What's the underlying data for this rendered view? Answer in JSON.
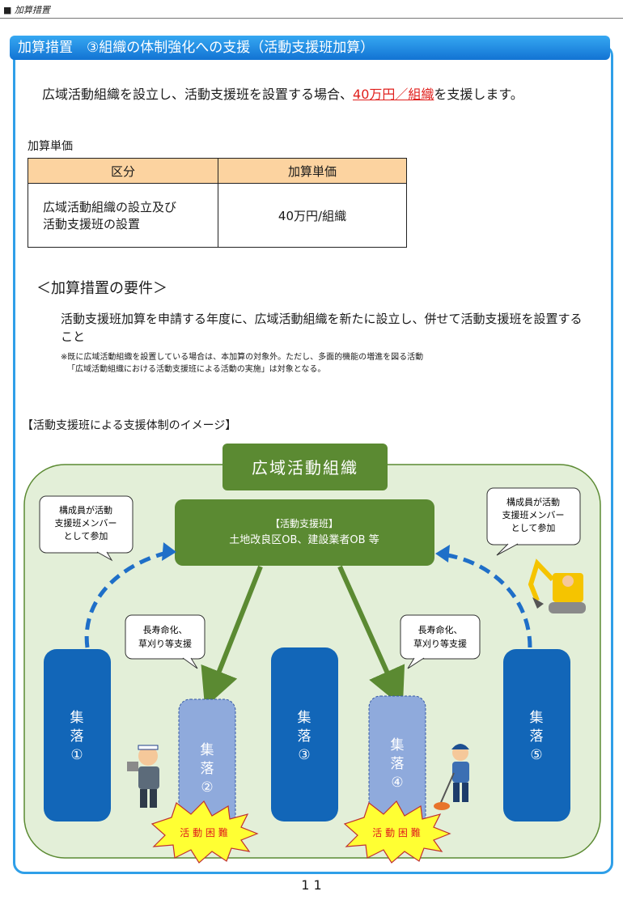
{
  "header": {
    "section_label": "■ 加算措置"
  },
  "title": {
    "text": "加算措置　③組織の体制強化への支援（活動支援班加算）"
  },
  "lead": {
    "before": "広域活動組織を設立し、活動支援班を設置する場合、",
    "highlight": "40万円／組織",
    "after": "を支援します。"
  },
  "price_table": {
    "caption": "加算単価",
    "headers": [
      "区分",
      "加算単価"
    ],
    "row": {
      "category_line1": "広域活動組織の設立及び",
      "category_line2": "活動支援班の設置",
      "price": "40万円/組織"
    }
  },
  "requirements": {
    "title": "＜加算措置の要件＞",
    "body": "活動支援班加算を申請する年度に、広域活動組織を新たに設立し、併せて活動支援班を設置すること",
    "note_line1": "※既に広域活動組織を設置している場合は、本加算の対象外。ただし、多面的機能の増進を図る活動",
    "note_line2": "「広域活動組織における活動支援班による活動の実施」は対象となる。"
  },
  "image": {
    "title": "【活動支援班による支援体制のイメージ】",
    "org": "広域活動組織",
    "support_team_line1": "【活動支援班】",
    "support_team_line2": "土地改良区OB、建設業者OB 等",
    "bubble_member_line1": "構成員が活動",
    "bubble_member_line2": "支援班メンバー",
    "bubble_member_line3": "として参加",
    "bubble_support_line1": "長寿命化、",
    "bubble_support_line2": "草刈り等支援",
    "villages": [
      {
        "kanji1": "集",
        "kanji2": "落",
        "num": "①"
      },
      {
        "kanji1": "集",
        "kanji2": "落",
        "num": "②"
      },
      {
        "kanji1": "集",
        "kanji2": "落",
        "num": "③"
      },
      {
        "kanji1": "集",
        "kanji2": "落",
        "num": "④"
      },
      {
        "kanji1": "集",
        "kanji2": "落",
        "num": "⑤"
      }
    ],
    "difficulty": "活 動 困 難"
  },
  "page_number": "1 1",
  "colors": {
    "accent_blue": "#2f9fe8",
    "dark_green": "#5b8a32",
    "village_blue": "#1266b8",
    "village_light": "#8faadc",
    "burst_yellow": "#ffff33"
  }
}
